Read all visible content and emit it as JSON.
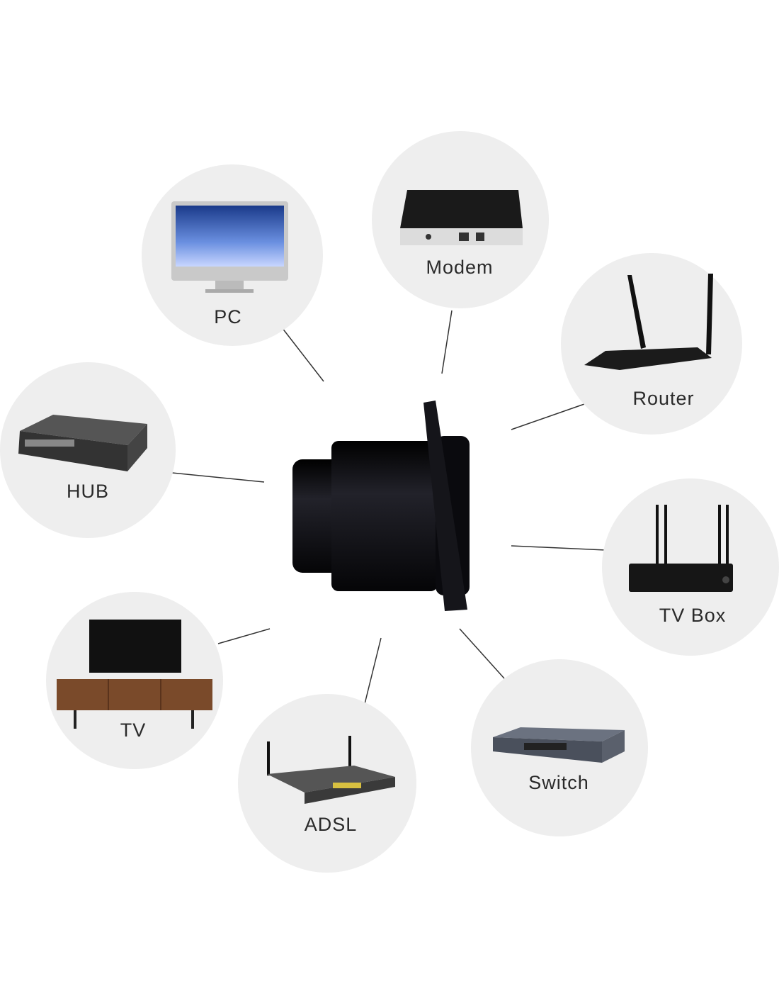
{
  "title": "Connector compatible devices",
  "devices": [
    {
      "label": "PC",
      "icon": "monitor-icon"
    },
    {
      "label": "Modem",
      "icon": "modem-icon"
    },
    {
      "label": "Router",
      "icon": "router-icon"
    },
    {
      "label": "HUB",
      "icon": "hub-icon"
    },
    {
      "label": "TV Box",
      "icon": "tv-box-icon"
    },
    {
      "label": "TV",
      "icon": "tv-icon"
    },
    {
      "label": "ADSL",
      "icon": "adsl-router-icon"
    },
    {
      "label": "Switch",
      "icon": "network-switch-icon"
    }
  ],
  "colors": {
    "bubble": "#eeeeee",
    "connector": "#111118"
  }
}
